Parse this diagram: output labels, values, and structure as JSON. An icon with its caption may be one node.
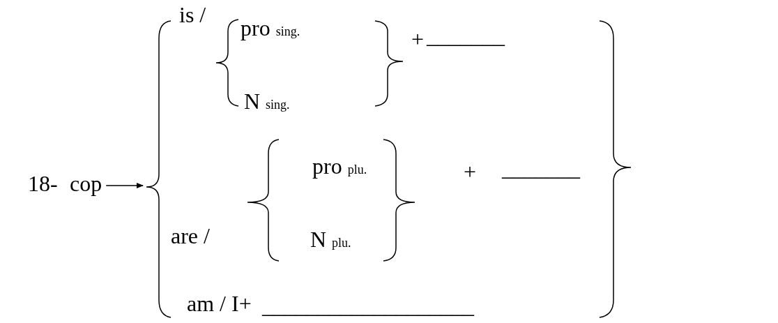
{
  "diagram": {
    "nodes": [
      {
        "text": [
          "cop"
        ]
      },
      {
        "text": [],
        "shape": "brace"
      }
    ],
    "edges": [
      {
        "from": 0,
        "to": 1,
        "arrow": "to"
      }
    ],
    "labels": [
      "18-",
      "is /",
      "pro $_{sing.}$",
      "+",
      "_______",
      "N $_{sing.}$",
      "pro $_{plu.}$",
      "+",
      "_______",
      "are /",
      "N $_{plu.}$",
      "am / I+",
      "___________________"
    ]
  }
}
